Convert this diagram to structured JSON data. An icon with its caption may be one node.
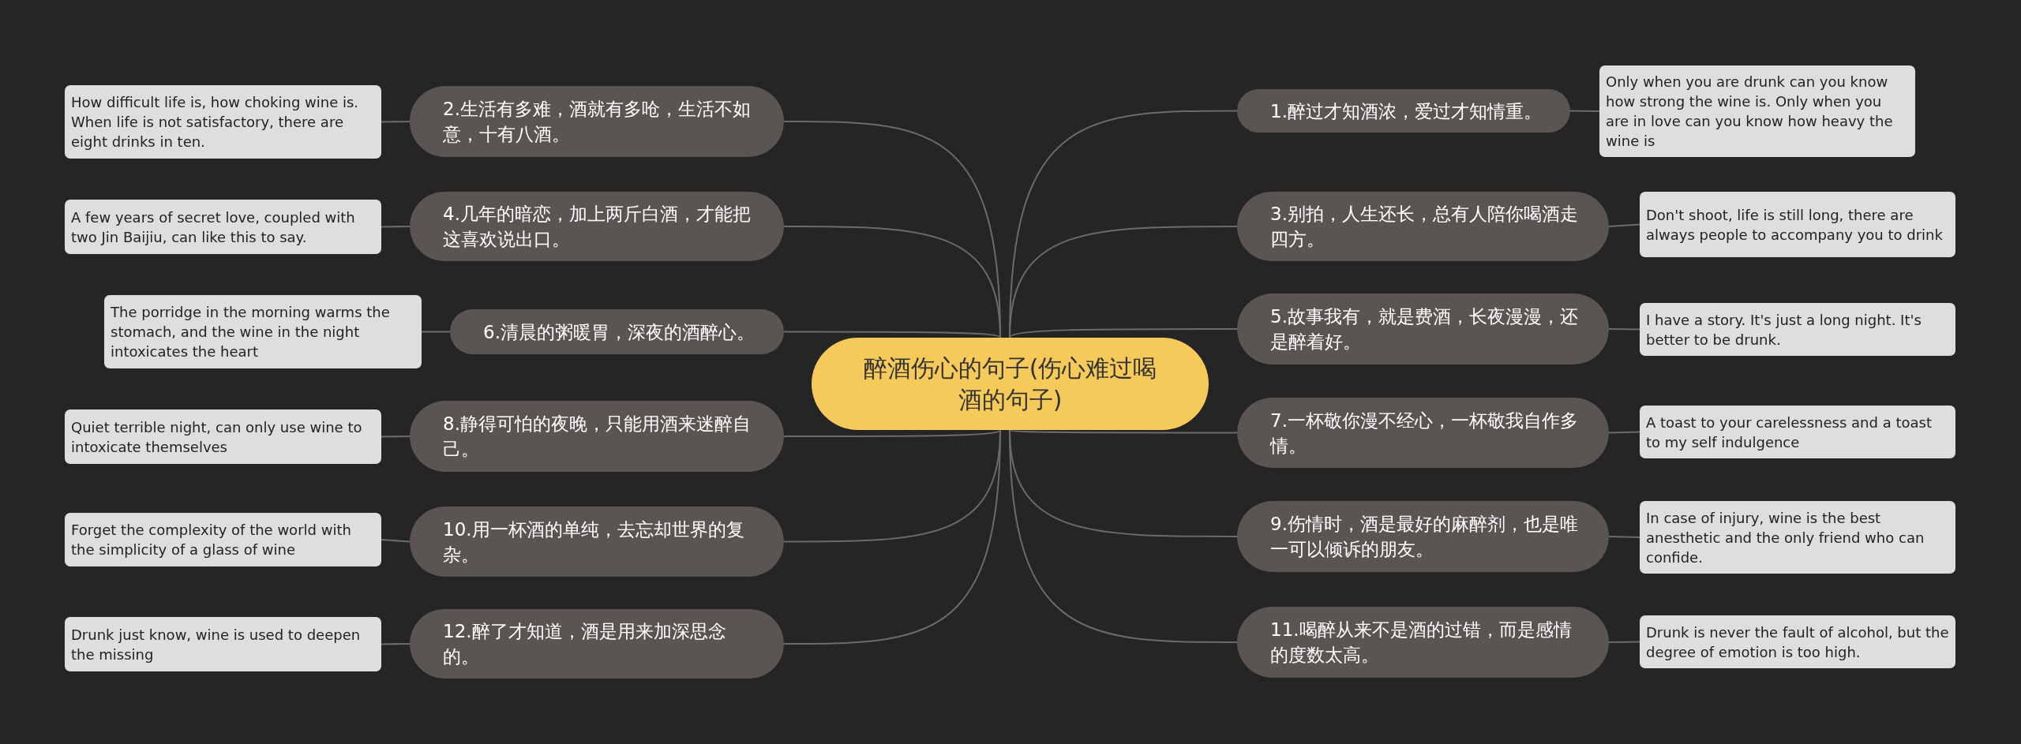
{
  "diagram": {
    "nodes": [
      {
        "text": [
          "醉酒伤心的句子(伤心难过喝酒的句子)"
        ]
      },
      {
        "text": [
          "1.醉过才知酒浓，爱过才知情重。"
        ]
      },
      {
        "text": [
          "Only when you are drunk can you know how strong the wine is. Only when you are in love can you know how heavy the wine is"
        ]
      },
      {
        "text": [
          "2.生活有多难，酒就有多呛，生活不如意，十有八酒。"
        ]
      },
      {
        "text": [
          "How difficult life is, how choking wine is. When life is not satisfactory, there are eight drinks in ten."
        ]
      },
      {
        "text": [
          "3.别拍，人生还长，总有人陪你喝酒走四方。"
        ]
      },
      {
        "text": [
          "Don't shoot, life is still long, there are always people to accompany you to drink"
        ]
      },
      {
        "text": [
          "4.几年的暗恋，加上两斤白酒，才能把这喜欢说出口。"
        ]
      },
      {
        "text": [
          "A few years of secret love, coupled with two Jin Baijiu, can like this to say."
        ]
      },
      {
        "text": [
          "5.故事我有，就是费酒，长夜漫漫，还是醉着好。"
        ]
      },
      {
        "text": [
          "I have a story. It's just a long night. It's better to be drunk."
        ]
      },
      {
        "text": [
          "6.清晨的粥暖胃，深夜的酒醉心。"
        ]
      },
      {
        "text": [
          "The porridge in the morning warms the stomach, and the wine in the night intoxicates the heart"
        ]
      },
      {
        "text": [
          "7.一杯敬你漫不经心，一杯敬我自作多情。"
        ]
      },
      {
        "text": [
          "A toast to your carelessness and a toast to my self indulgence"
        ]
      },
      {
        "text": [
          "8.静得可怕的夜晚，只能用酒来迷醉自己。"
        ]
      },
      {
        "text": [
          "Quiet terrible night, can only use wine to intoxicate themselves"
        ]
      },
      {
        "text": [
          "9.伤情时，酒是最好的麻醉剂，也是唯一可以倾诉的朋友。"
        ]
      },
      {
        "text": [
          "In case of injury, wine is the best anesthetic and the only friend who can confide."
        ]
      },
      {
        "text": [
          "10.用一杯酒的单纯，去忘却世界的复杂。"
        ]
      },
      {
        "text": [
          "Forget the complexity of the world with the simplicity of a glass of wine"
        ]
      },
      {
        "text": [
          "11.喝醉从来不是酒的过错，而是感情的度数太高。"
        ]
      },
      {
        "text": [
          "Drunk is never the fault of alcohol, but the degree of emotion is too high."
        ]
      },
      {
        "text": [
          "12.醉了才知道，酒是用来加深思念的。"
        ]
      },
      {
        "text": [
          "Drunk just know, wine is used to deepen the missing"
        ]
      }
    ],
    "edges": [
      {
        "from": 0,
        "to": 1,
        "arrow": "none"
      },
      {
        "from": 1,
        "to": 2,
        "arrow": "none"
      },
      {
        "from": 0,
        "to": 3,
        "arrow": "none"
      },
      {
        "from": 3,
        "to": 4,
        "arrow": "none"
      },
      {
        "from": 0,
        "to": 5,
        "arrow": "none"
      },
      {
        "from": 5,
        "to": 6,
        "arrow": "none"
      },
      {
        "from": 0,
        "to": 7,
        "arrow": "none"
      },
      {
        "from": 7,
        "to": 8,
        "arrow": "none"
      },
      {
        "from": 0,
        "to": 9,
        "arrow": "none"
      },
      {
        "from": 9,
        "to": 10,
        "arrow": "none"
      },
      {
        "from": 0,
        "to": 11,
        "arrow": "none"
      },
      {
        "from": 11,
        "to": 12,
        "arrow": "none"
      },
      {
        "from": 0,
        "to": 13,
        "arrow": "none"
      },
      {
        "from": 13,
        "to": 14,
        "arrow": "none"
      },
      {
        "from": 0,
        "to": 15,
        "arrow": "none"
      },
      {
        "from": 15,
        "to": 16,
        "arrow": "none"
      },
      {
        "from": 0,
        "to": 17,
        "arrow": "none"
      },
      {
        "from": 17,
        "to": 18,
        "arrow": "none"
      },
      {
        "from": 0,
        "to": 19,
        "arrow": "none"
      },
      {
        "from": 19,
        "to": 20,
        "arrow": "none"
      },
      {
        "from": 0,
        "to": 21,
        "arrow": "none"
      },
      {
        "from": 21,
        "to": 22,
        "arrow": "none"
      },
      {
        "from": 0,
        "to": 23,
        "arrow": "none"
      },
      {
        "from": 23,
        "to": 24,
        "arrow": "none"
      }
    ]
  }
}
